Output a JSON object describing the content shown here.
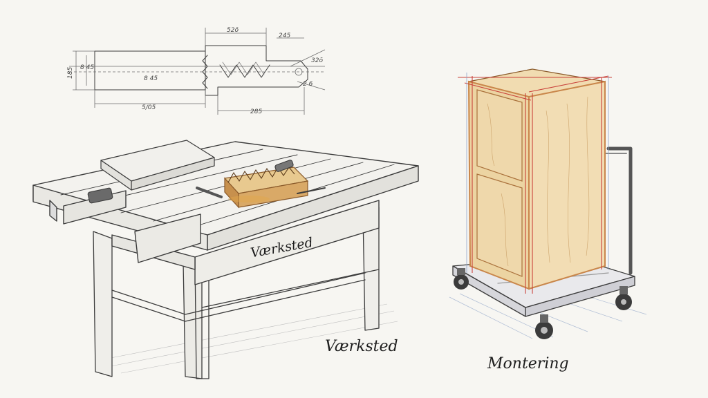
{
  "labels": {
    "bench_front": "Værksted",
    "bench_caption": "Værksted",
    "cabinet_caption": "Montering"
  },
  "dimensions": {
    "top": "52ō",
    "top_right": "245",
    "left_side": "185",
    "left_inner": "8 45",
    "mid": "8 45",
    "bottom_left": "5/05",
    "bottom_right": "285",
    "right_note": "32ō",
    "right_small": "2 6"
  },
  "colors": {
    "paper": "#f7f6f2",
    "pencil": "#3b3b3b",
    "wood": "#e8c98f",
    "wood_light": "#f1dcb1",
    "wood_frame": "#c9864a",
    "red_line": "#c9413a",
    "blue_line": "#8fa4c8"
  }
}
